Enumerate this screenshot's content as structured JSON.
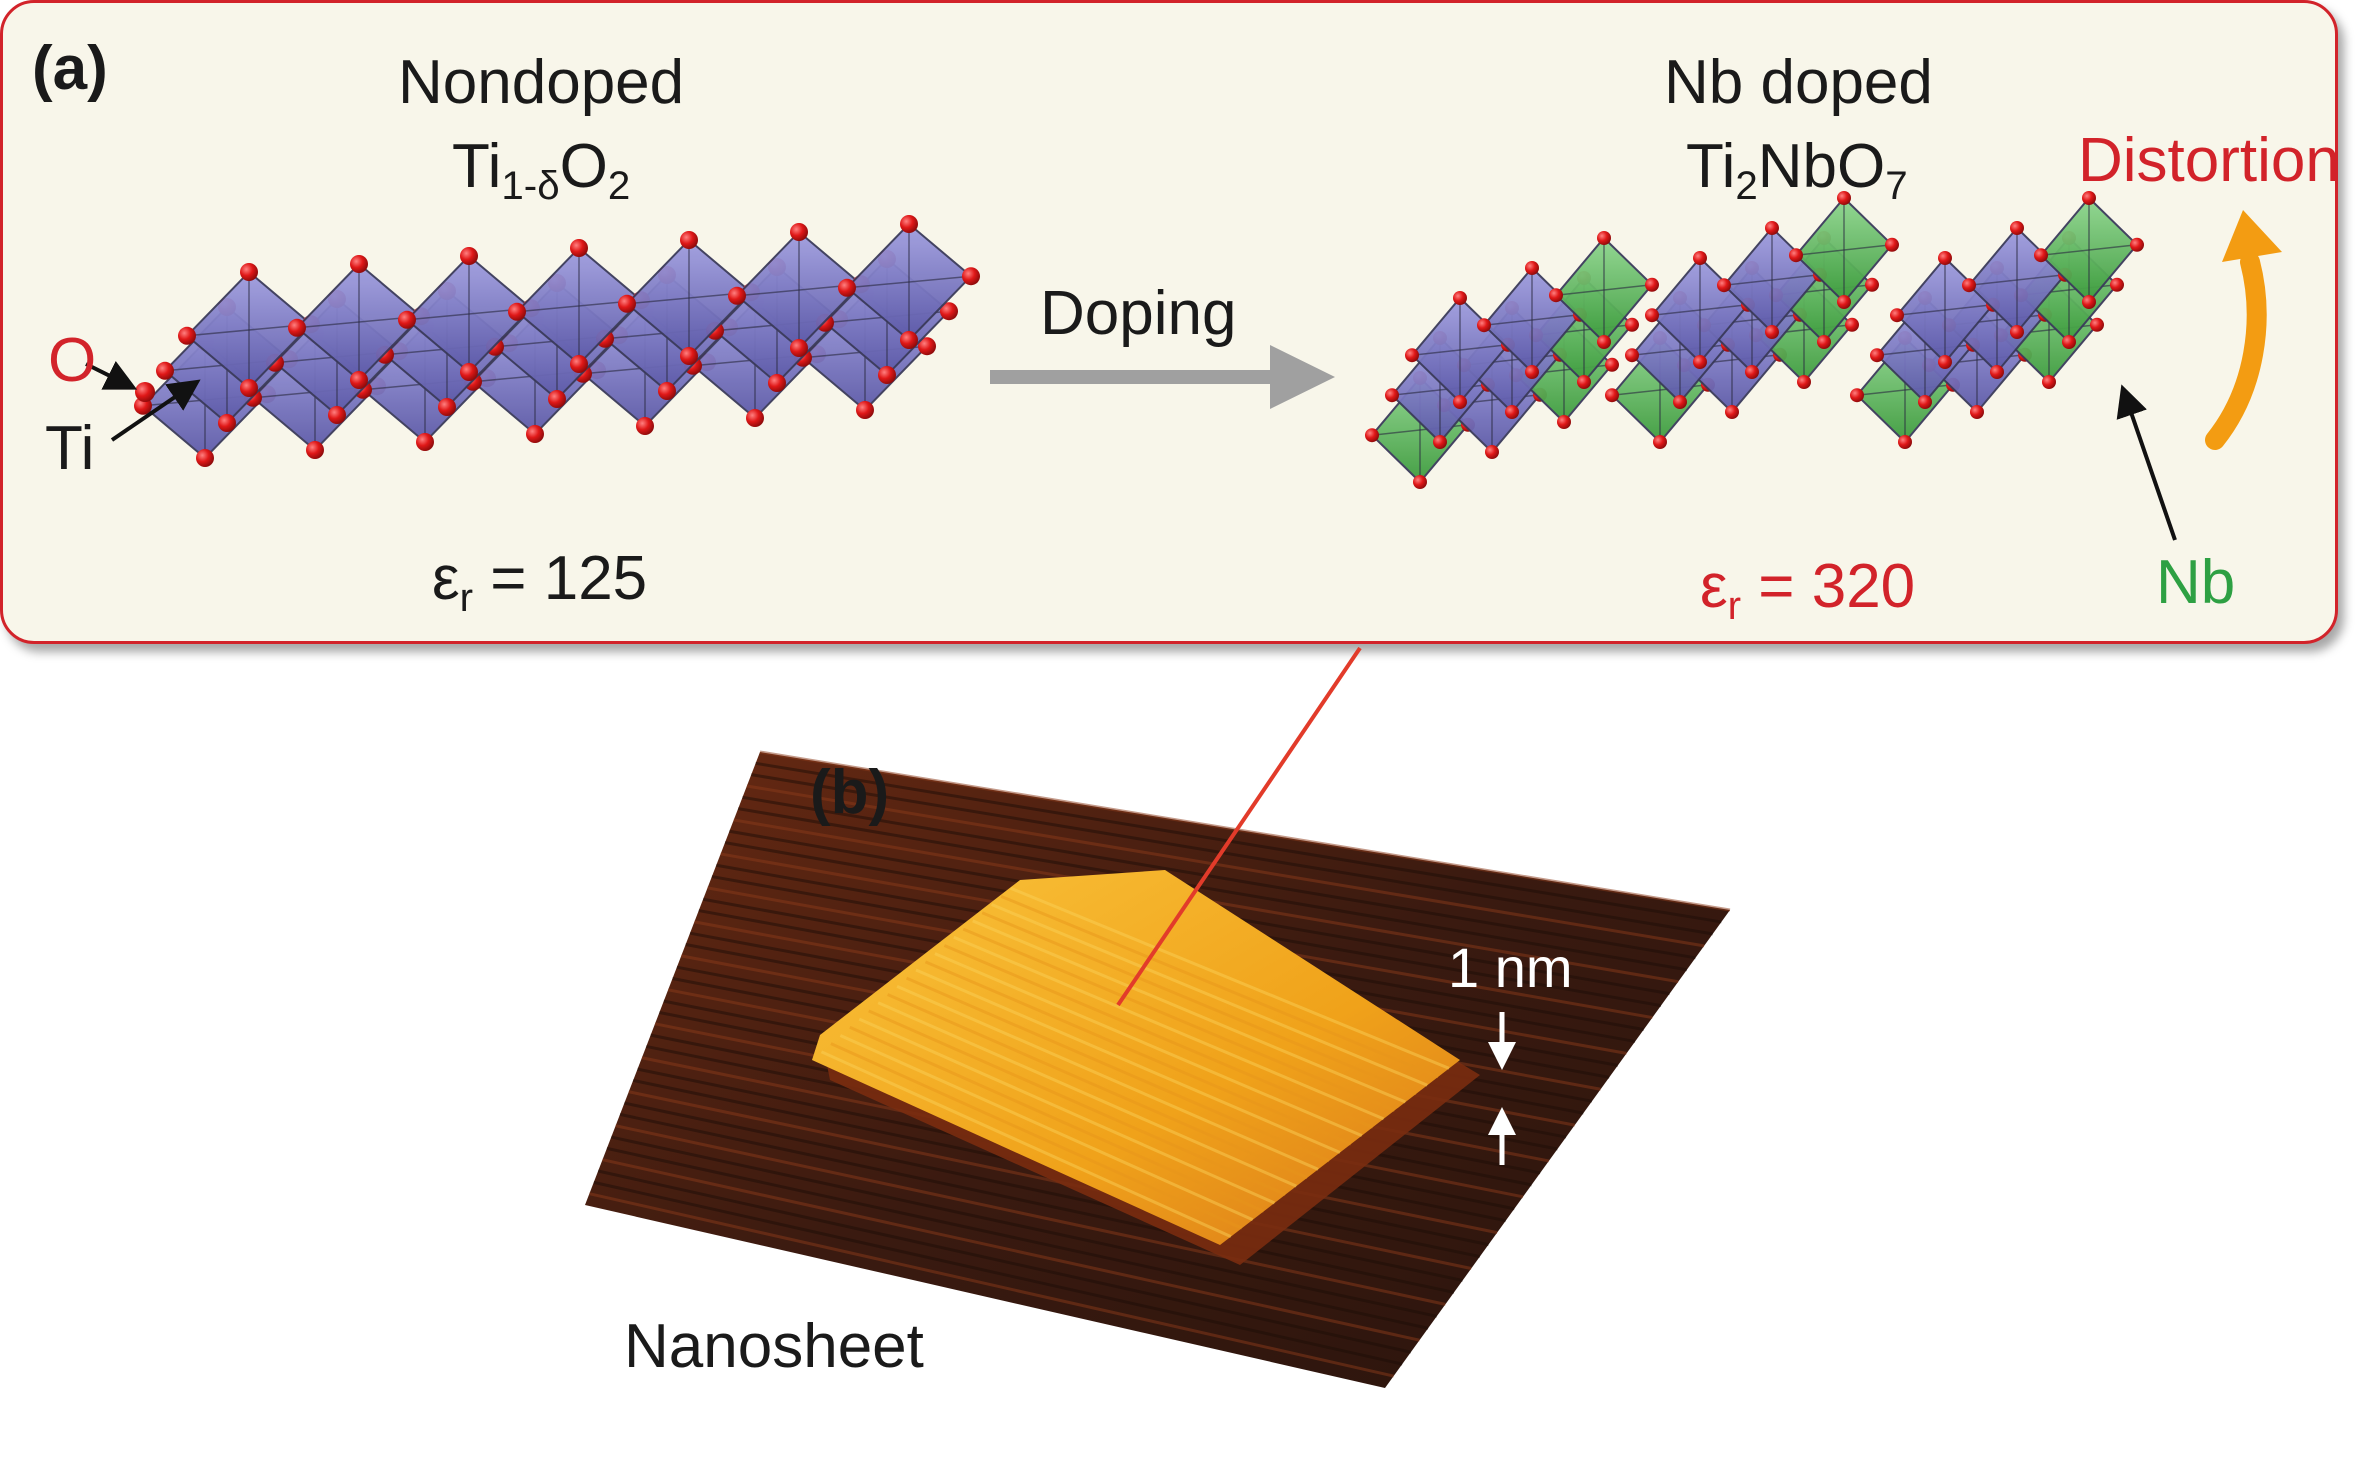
{
  "panel_a": {
    "label": "(a)",
    "left": {
      "title": "Nondoped",
      "formula_base": "Ti",
      "formula_sub1": "1-δ",
      "formula_mid": "O",
      "formula_sub2": "2",
      "eps_symbol": "ε",
      "eps_sub": "r",
      "eps_value": " = 125",
      "label_O": "O",
      "label_Ti": "Ti"
    },
    "arrow_label": "Doping",
    "right": {
      "title": "Nb doped",
      "formula_base": "Ti",
      "formula_sub1": "2",
      "formula_mid": "NbO",
      "formula_sub2": "7",
      "eps_symbol": "ε",
      "eps_sub": "r",
      "eps_value": " = 320",
      "label_Nb": "Nb",
      "distortion": "Distortion"
    }
  },
  "panel_b": {
    "label": "(b)",
    "nanosheet": "Nanosheet",
    "thickness": "1 nm"
  },
  "colors": {
    "panel_border": "#d2232a",
    "panel_bg": "#f8f6ea",
    "ti_octahedra": "#7b78c8",
    "nb_octahedra": "#5cb85c",
    "oxygen": "#d51e1e",
    "distortion_arrow": "#f39c12",
    "doping_arrow": "#a0a0a0",
    "sheet": "#f2a51a"
  }
}
